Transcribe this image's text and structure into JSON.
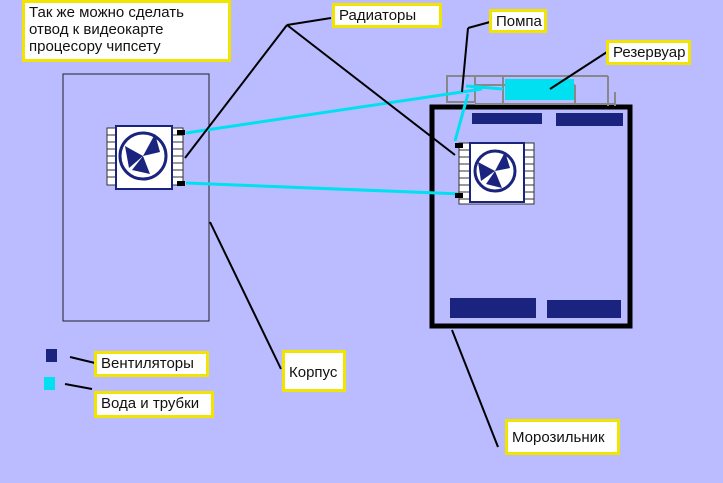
{
  "note_text": "Так же можно сделать отвод к видеокарте процесору чипсету",
  "labels": {
    "radiators": "Радиаторы",
    "pump": "Помпа",
    "reservoir": "Резервуар",
    "fans": "Вентиляторы",
    "water_tubes": "Вода и трубки",
    "case": "Корпус",
    "freezer": "Морозильник"
  },
  "colors": {
    "background": "#bbbbff",
    "water": "#00e0f0",
    "fan_block": "#1a237e",
    "label_border": "#f0e400"
  }
}
